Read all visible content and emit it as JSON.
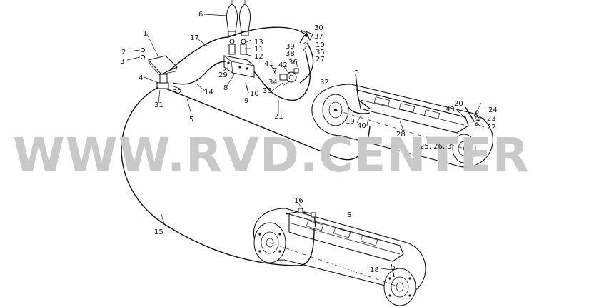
{
  "watermark": "WWW.RVD.CENTER",
  "labels": {
    "n1": "1",
    "n2": "2",
    "n3": "3",
    "n4": "4",
    "n5": "5",
    "n6": "6",
    "n7": "7",
    "n8": "8",
    "n9": "9",
    "n10a": "10",
    "n10b": "10",
    "n11": "11",
    "n12": "12",
    "n13": "13",
    "n14": "14",
    "n15": "15",
    "n16": "16",
    "n17": "17",
    "n18": "18",
    "n19": "19",
    "n20": "20",
    "n21": "21",
    "n22": "22",
    "n23": "23",
    "n24": "24",
    "n25": "25, 26, 3",
    "n27": "27",
    "n28": "28",
    "n29": "29",
    "n30": "30",
    "n31": "31",
    "n32a": "32",
    "n32b": "32",
    "n33": "33",
    "n34": "34",
    "n35": "35",
    "n36": "36",
    "n37": "37",
    "n38": "38",
    "n39": "39",
    "n40": "40",
    "n41": "41",
    "n42": "42",
    "n43": "43",
    "n_s": "S"
  }
}
